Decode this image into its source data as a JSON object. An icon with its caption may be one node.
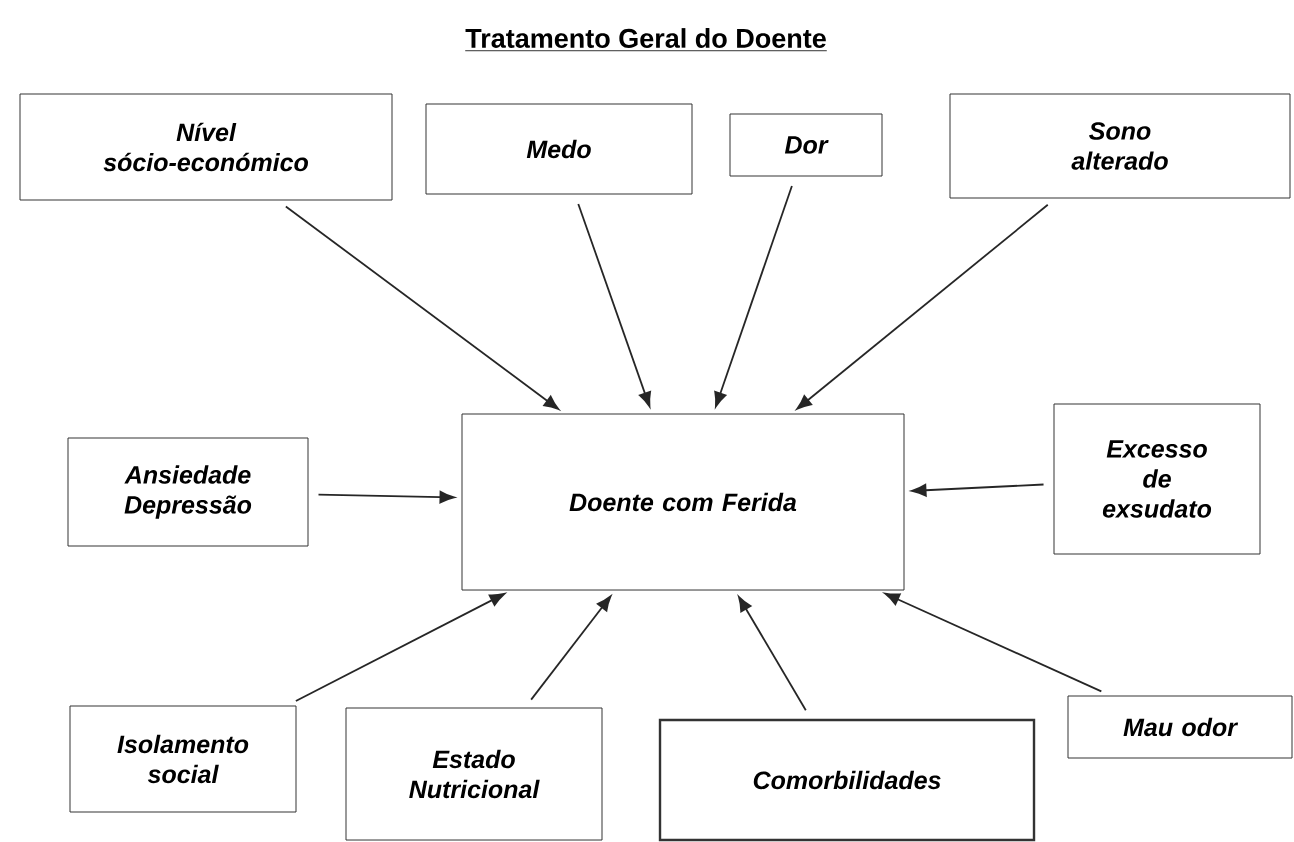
{
  "diagram": {
    "title": "Tratamento Geral do Doente",
    "nodes": [
      {
        "text": [
          "Nível sócio-económico"
        ]
      },
      {
        "text": [
          "Medo"
        ]
      },
      {
        "text": [
          "Dor"
        ]
      },
      {
        "text": [
          "Sono alterado"
        ]
      },
      {
        "text": [
          "Ansiedade Depressão"
        ]
      },
      {
        "text": [
          "Doente com Ferida"
        ]
      },
      {
        "text": [
          "Excesso de exsudato"
        ]
      },
      {
        "text": [
          "Isolamento social"
        ]
      },
      {
        "text": [
          "Estado Nutricional"
        ]
      },
      {
        "text": [
          "Comorbilidades"
        ]
      },
      {
        "text": [
          "Mau odor"
        ]
      }
    ],
    "edges": [
      {
        "from": 0,
        "to": 5,
        "arrow": "to"
      },
      {
        "from": 1,
        "to": 5,
        "arrow": "to"
      },
      {
        "from": 2,
        "to": 5,
        "arrow": "to"
      },
      {
        "from": 3,
        "to": 5,
        "arrow": "to"
      },
      {
        "from": 4,
        "to": 5,
        "arrow": "to"
      },
      {
        "from": 6,
        "to": 5,
        "arrow": "to"
      },
      {
        "from": 7,
        "to": 5,
        "arrow": "to"
      },
      {
        "from": 8,
        "to": 5,
        "arrow": "to"
      },
      {
        "from": 9,
        "to": 5,
        "arrow": "to"
      },
      {
        "from": 10,
        "to": 5,
        "arrow": "to"
      }
    ]
  }
}
